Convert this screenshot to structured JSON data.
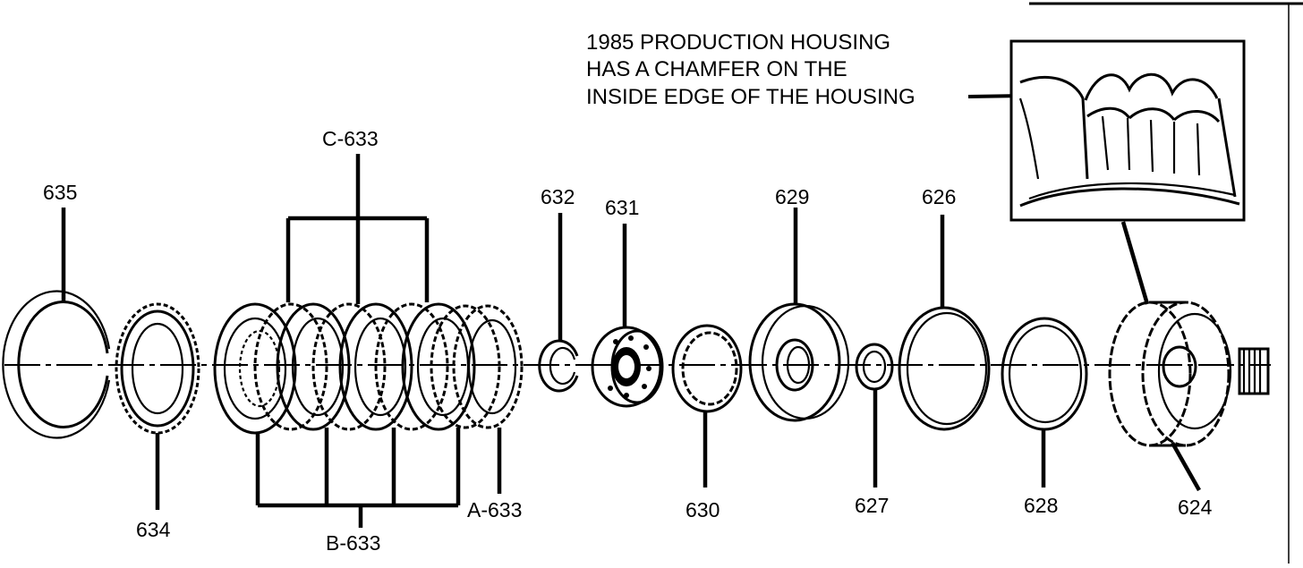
{
  "note": {
    "lines": [
      "1985 PRODUCTION HOUSING",
      "HAS A CHAMFER ON THE",
      "INSIDE EDGE OF THE HOUSING"
    ]
  },
  "labels": {
    "p635": "635",
    "p634": "634",
    "c633": "C-633",
    "b633": "B-633",
    "a633": "A-633",
    "p632": "632",
    "p631": "631",
    "p630": "630",
    "p629": "629",
    "p627": "627",
    "p626": "626",
    "p628": "628",
    "p624": "624"
  },
  "colors": {
    "ink": "#000000",
    "paper": "#ffffff"
  }
}
